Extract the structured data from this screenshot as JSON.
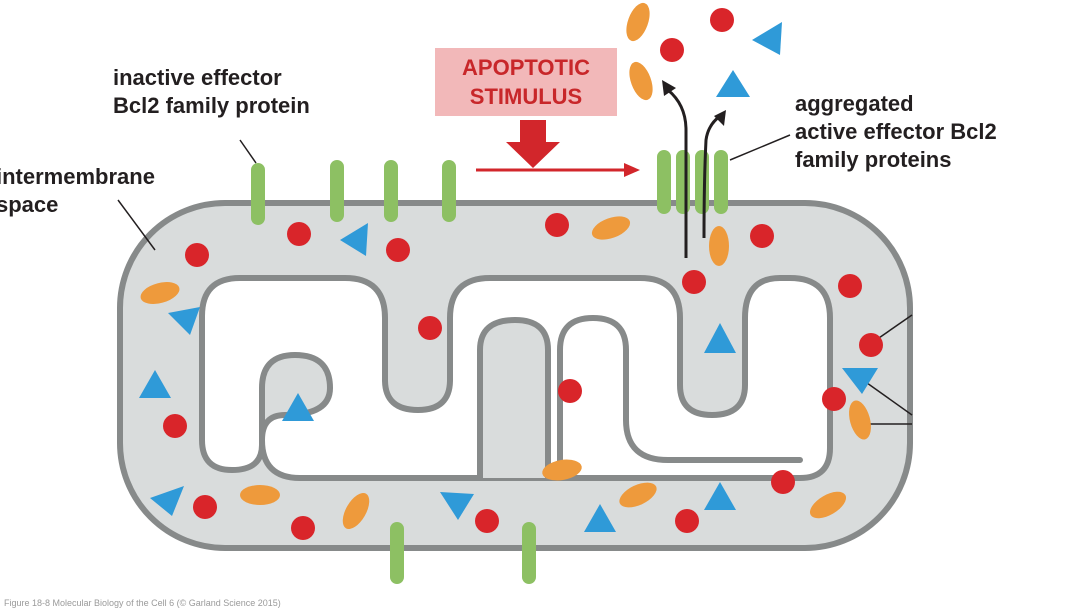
{
  "labels": {
    "inactive": [
      "inactive effector",
      "Bcl2 family protein"
    ],
    "intermembrane": [
      "intermembrane",
      "space"
    ],
    "stimulus": [
      "APOPTOTIC",
      "STIMULUS"
    ],
    "aggregated": [
      "aggregated",
      "active effector Bcl2",
      "family proteins"
    ]
  },
  "caption": "Figure 18-8  Molecular Biology of the Cell 6 (© Garland Science 2015)",
  "colors": {
    "membrane_fill": "#d9dcdc",
    "membrane_stroke": "#878a8a",
    "protein_green": "#8dc063",
    "red_molecule": "#d9252a",
    "orange_molecule": "#ee9a3c",
    "blue_molecule": "#2f9ad8",
    "stimulus_box": "#f2b8b9",
    "stimulus_arrow": "#d2262b"
  },
  "icons": [
    "red-circle-molecule",
    "orange-oval-molecule",
    "blue-triangle-molecule"
  ]
}
